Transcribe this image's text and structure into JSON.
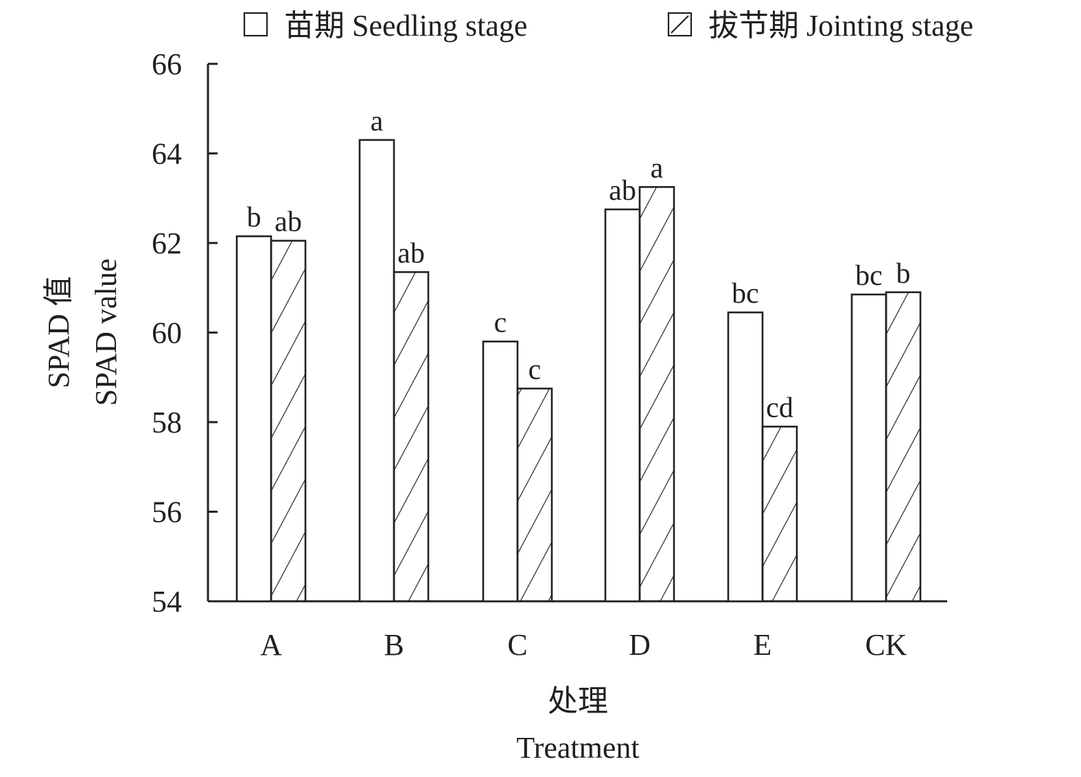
{
  "chart_data": {
    "type": "bar",
    "categories": [
      "A",
      "B",
      "C",
      "D",
      "E",
      "CK"
    ],
    "series": [
      {
        "name": "苗期 Seedling stage",
        "pattern": "open",
        "values": [
          62.15,
          64.3,
          59.8,
          62.75,
          60.45,
          60.85
        ],
        "significance": [
          "b",
          "a",
          "c",
          "ab",
          "bc",
          "bc"
        ]
      },
      {
        "name": "拔节期 Jointing stage",
        "pattern": "diagonal-hatch",
        "values": [
          62.05,
          61.35,
          58.75,
          63.25,
          57.9,
          60.9
        ],
        "significance": [
          "ab",
          "ab",
          "c",
          "a",
          "cd",
          "b"
        ]
      }
    ],
    "ylim": [
      54,
      66
    ],
    "yticks": [
      "54",
      "56",
      "58",
      "60",
      "62",
      "64",
      "66"
    ],
    "ylabel": [
      "SPAD 值",
      "SPAD value"
    ],
    "xlabel": [
      "处理",
      "Treatment"
    ],
    "legend_position": "top",
    "grid": false,
    "colors": {
      "stroke": "#231f20",
      "fill": "#ffffff"
    }
  }
}
